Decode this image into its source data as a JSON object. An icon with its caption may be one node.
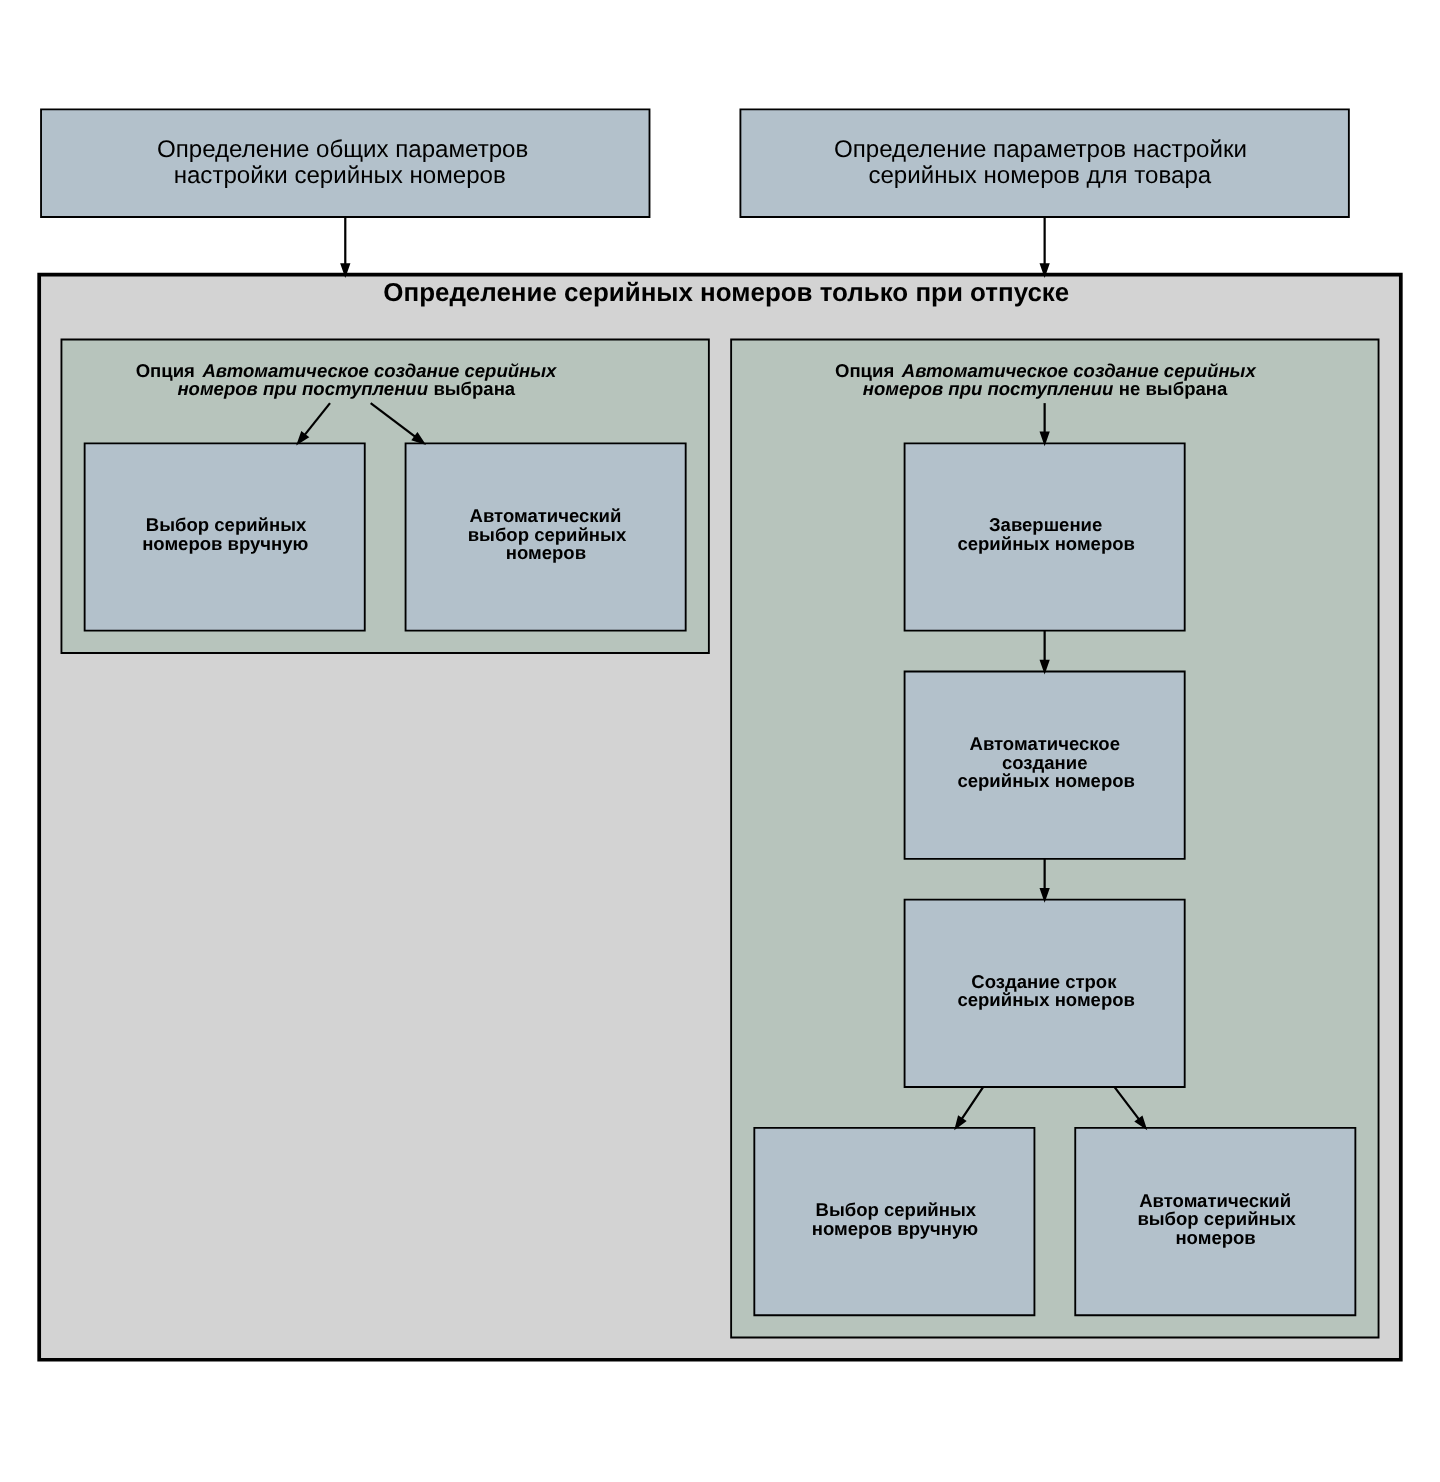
{
  "diagram": {
    "nodes": [
      {
        "text": [
          "Определение общих параметров настройки серийных номеров"
        ]
      },
      {
        "text": [
          "Определение параметров настройки серийных номеров для товара"
        ]
      },
      {
        "text": [
          "Определение серийных номеров только при отпуске"
        ]
      },
      {
        "text": [],
        "shape": "box",
        "in": 2
      },
      {
        "text": [
          "Опция *Автоматическое создание серийных номеров при поступлении* выбрана"
        ],
        "in": 3
      },
      {
        "text": [
          "Выбор серийных номеров вручную"
        ],
        "in": 3
      },
      {
        "text": [
          "Автоматический выбор серийных номеров"
        ],
        "in": 3
      },
      {
        "text": [],
        "shape": "box",
        "in": 2
      },
      {
        "text": [
          "Опция *Автоматическое создание серийных номеров при поступлении* не выбрана"
        ],
        "in": 7
      },
      {
        "text": [
          "Завершение серийных номеров"
        ],
        "in": 7
      },
      {
        "text": [
          "Автоматическое создание серийных номеров"
        ],
        "in": 7
      },
      {
        "text": [
          "Создание строк серийных номеров"
        ],
        "in": 7
      },
      {
        "text": [
          "Выбор серийных номеров вручную"
        ],
        "in": 7
      },
      {
        "text": [
          "Автоматический выбор серийных номеров"
        ],
        "in": 7
      }
    ],
    "edges": [
      {
        "from": 0,
        "to": 2,
        "arrow": "to"
      },
      {
        "from": 1,
        "to": 2,
        "arrow": "to"
      },
      {
        "from": 4,
        "to": 5,
        "arrow": "to"
      },
      {
        "from": 4,
        "to": 6,
        "arrow": "to"
      },
      {
        "from": 8,
        "to": 9,
        "arrow": "to"
      },
      {
        "from": 9,
        "to": 10,
        "arrow": "to"
      },
      {
        "from": 10,
        "to": 11,
        "arrow": "to"
      },
      {
        "from": 11,
        "to": 12,
        "arrow": "to"
      },
      {
        "from": 11,
        "to": 13,
        "arrow": "to"
      }
    ]
  }
}
